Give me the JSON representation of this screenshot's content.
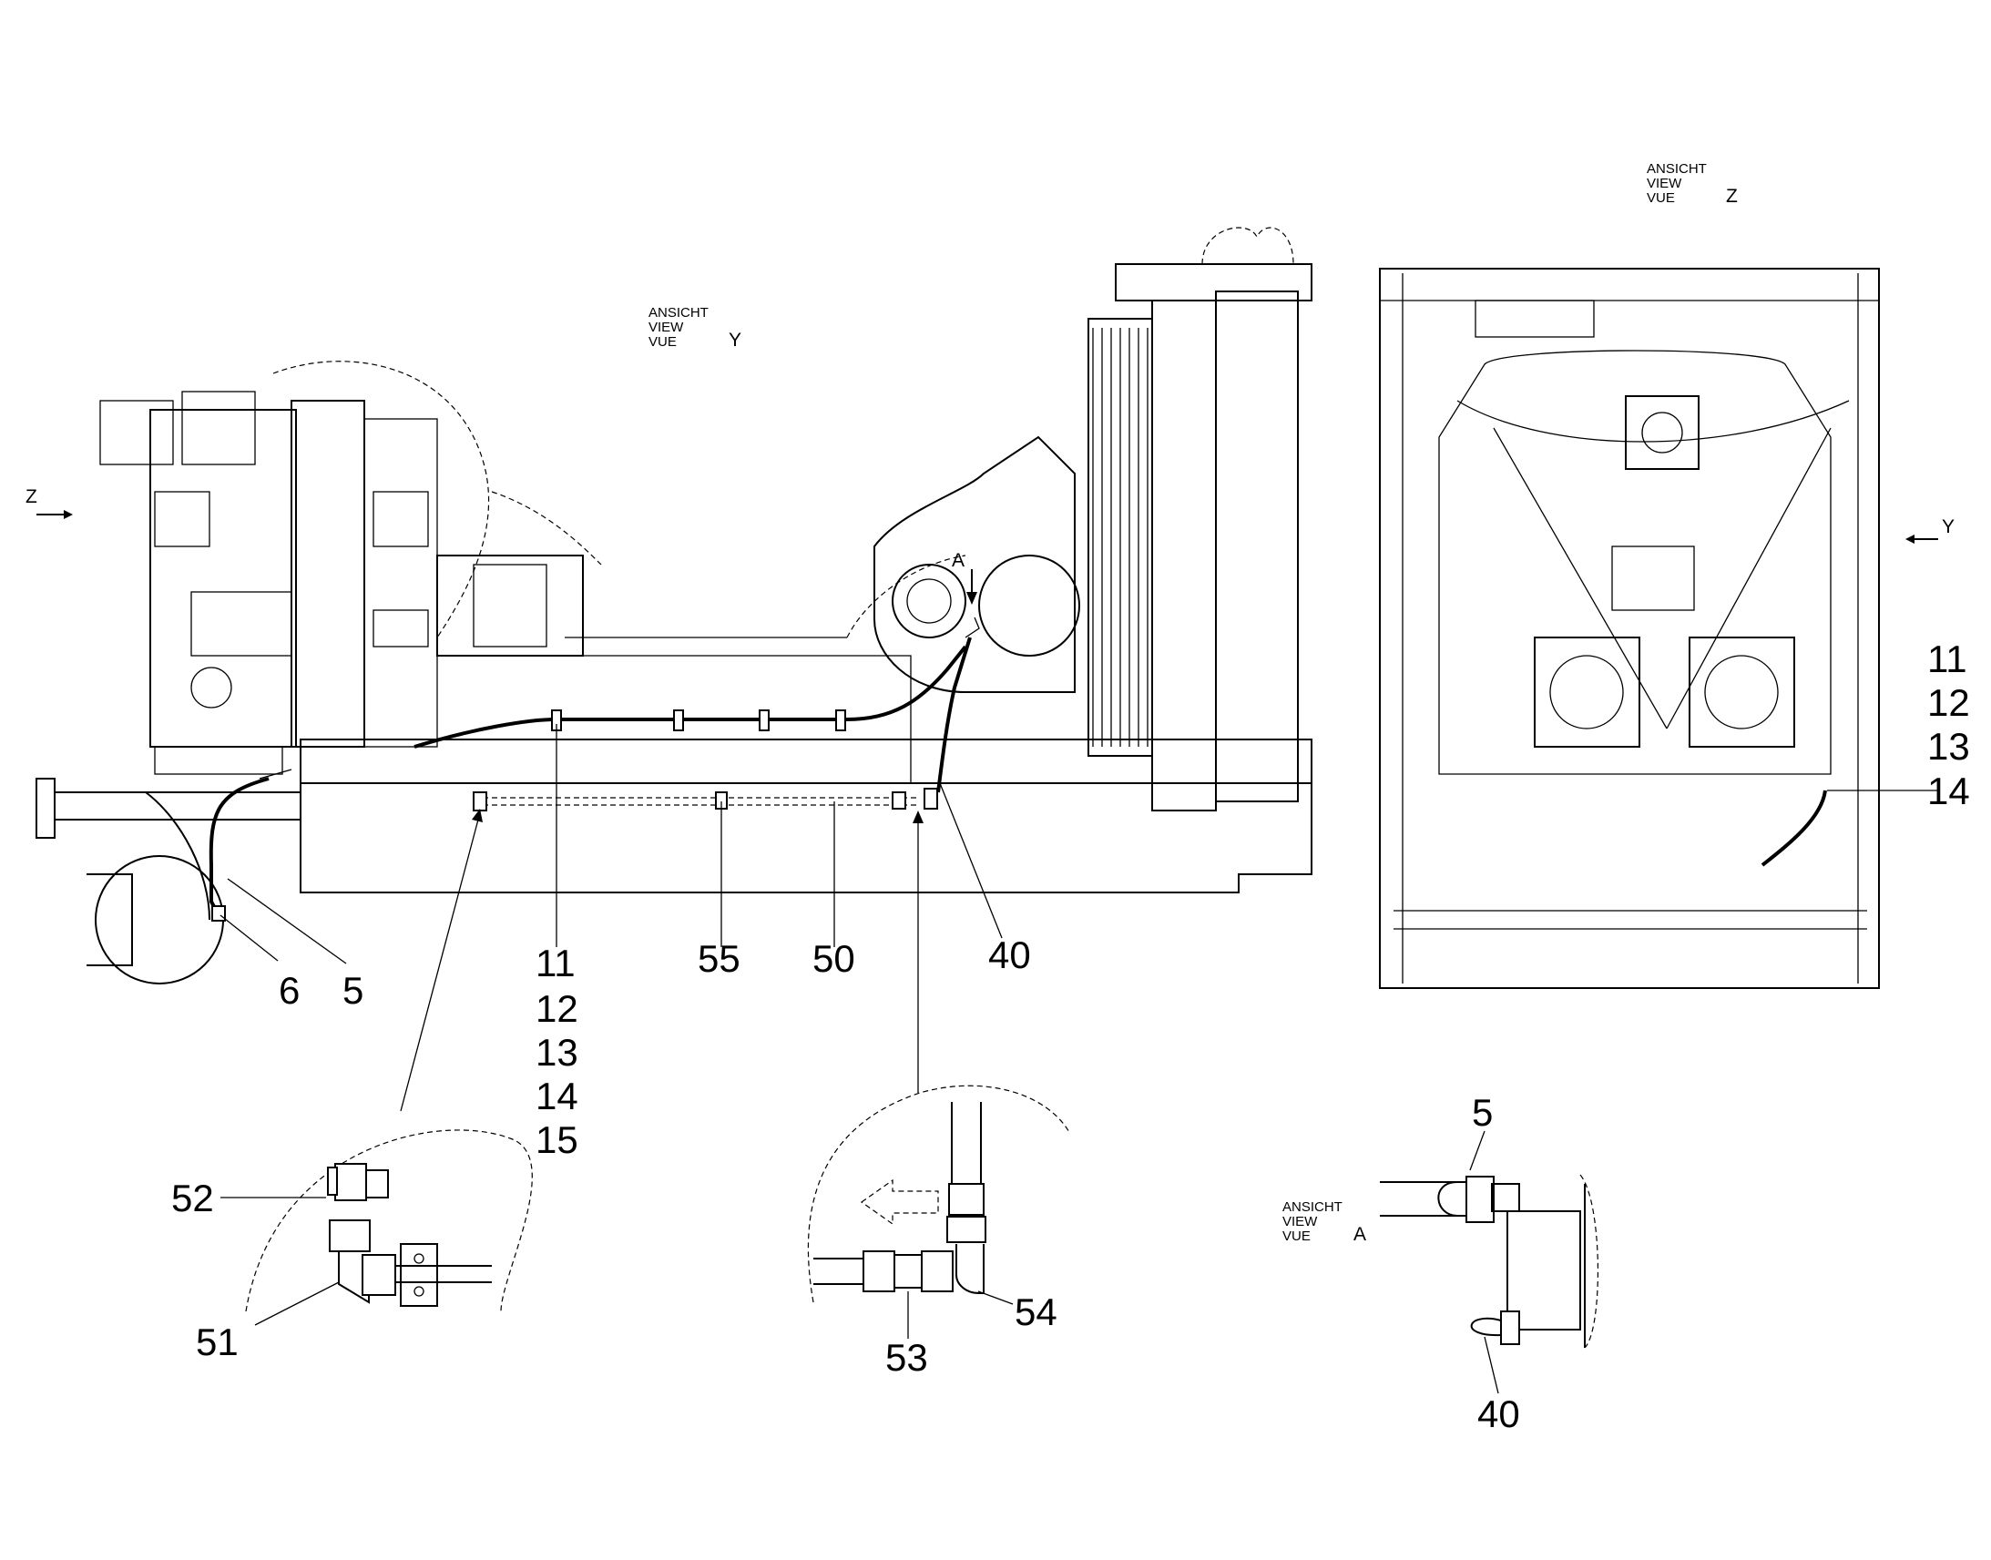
{
  "views": {
    "view_y": {
      "line1": "ANSICHT",
      "line2": "VIEW",
      "line3": "VUE",
      "letter": "Y"
    },
    "view_z": {
      "line1": "ANSICHT",
      "line2": "VIEW",
      "line3": "VUE",
      "letter": "Z"
    },
    "view_a": {
      "line1": "ANSICHT",
      "line2": "VIEW",
      "line3": "VUE",
      "letter": "A"
    }
  },
  "arrows": {
    "z_marker": "Z",
    "y_marker": "Y",
    "a_marker": "A"
  },
  "callouts": {
    "main": {
      "c6": "6",
      "c5": "5",
      "c11": "11",
      "c12": "12",
      "c13": "13",
      "c14": "14",
      "c15": "15",
      "c55": "55",
      "c50": "50",
      "c40": "40"
    },
    "view_z": {
      "c11": "11",
      "c12": "12",
      "c13": "13",
      "c14": "14"
    },
    "detail_left": {
      "c52": "52",
      "c51": "51"
    },
    "detail_mid": {
      "c53": "53",
      "c54": "54"
    },
    "detail_a": {
      "c5": "5",
      "c40": "40"
    }
  }
}
